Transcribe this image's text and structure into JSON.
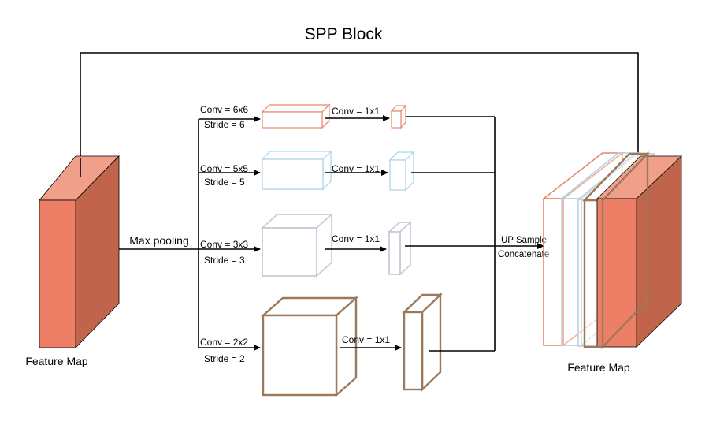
{
  "title": "SPP Block",
  "input": {
    "label": "Feature Map"
  },
  "output": {
    "label": "Feature Map"
  },
  "pool_label": "Max pooling",
  "merge": {
    "line1": "UP Sample",
    "line2": "Concatenate"
  },
  "branches": [
    {
      "pool_conv": "Conv = 6x6",
      "stride": "Stride = 6",
      "conv1x1": "Conv = 1x1",
      "color": "#e9876b"
    },
    {
      "pool_conv": "Conv = 5x5",
      "stride": "Stride = 5",
      "conv1x1": "Conv = 1x1",
      "color": "#a9d3ea"
    },
    {
      "pool_conv": "Conv = 3x3",
      "stride": "Stride = 3",
      "conv1x1": "Conv = 1x1",
      "color": "#c9ccd8"
    },
    {
      "pool_conv": "Conv = 2x2",
      "stride": "Stride = 2",
      "conv1x1": "Conv = 1x1",
      "color": "#9b7a5c"
    }
  ],
  "colors": {
    "feature_front": "#ec7f65",
    "feature_side": "#c0644c",
    "feature_top": "#f0a08a",
    "line": "#000000"
  }
}
